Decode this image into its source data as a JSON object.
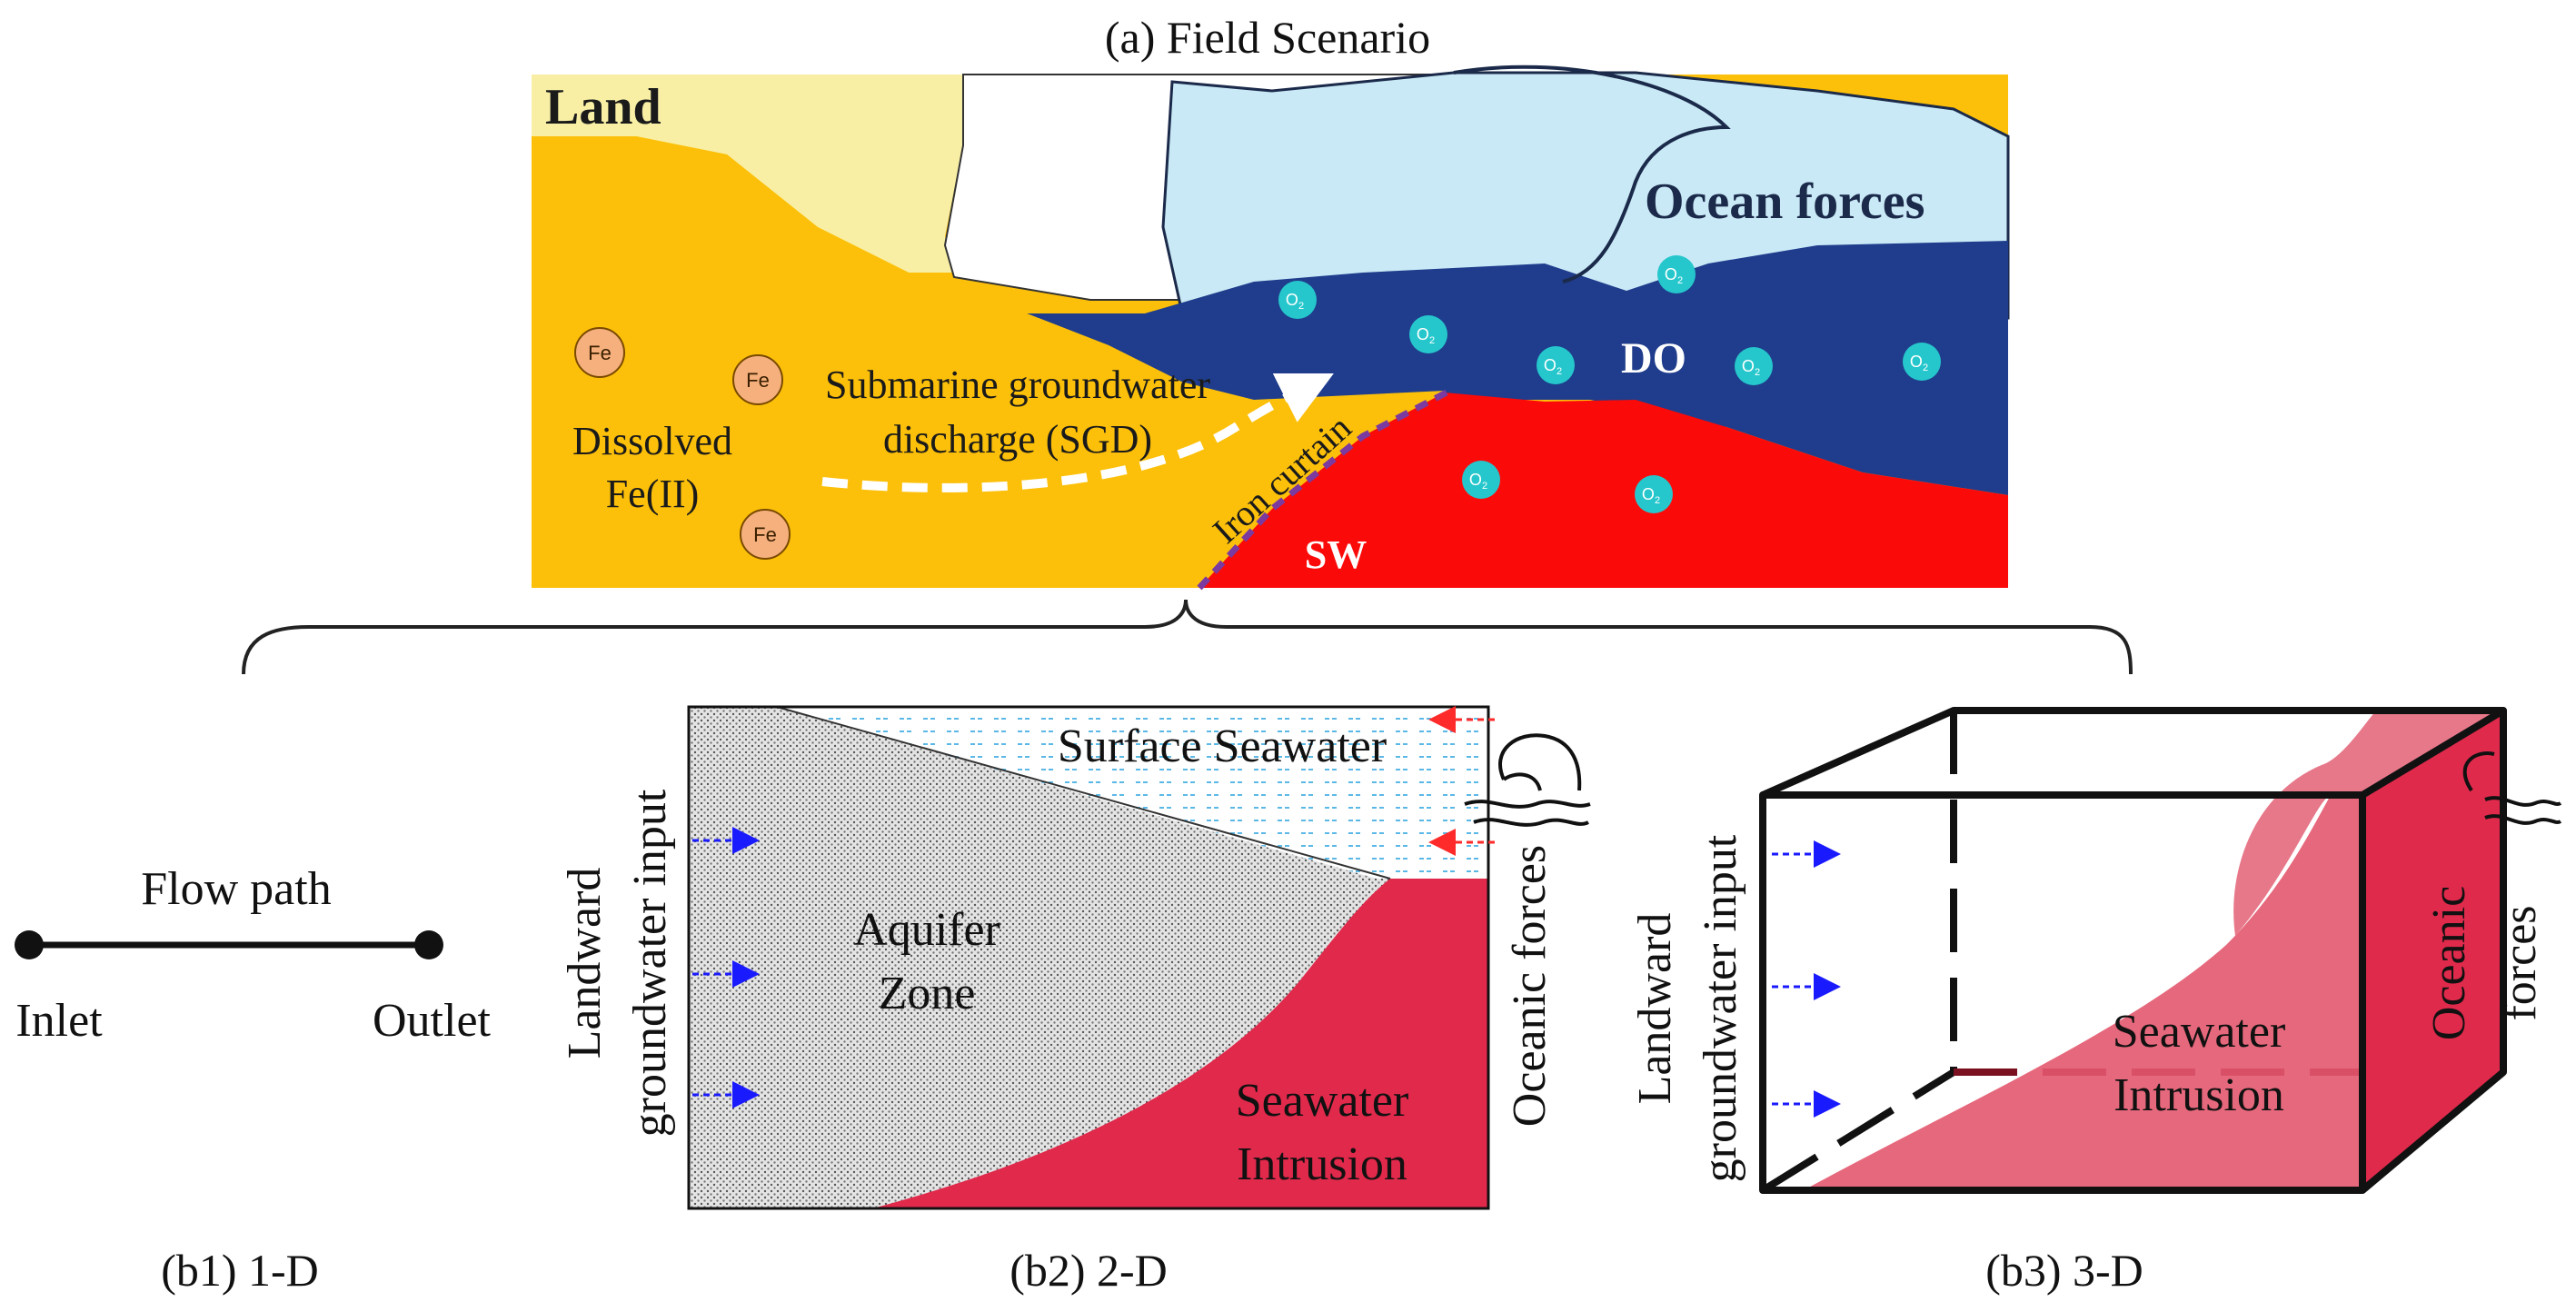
{
  "panel_a": {
    "caption": "(a) Field Scenario",
    "land_label": "Land",
    "ocean_forces_label": "Ocean forces",
    "do_label": "DO",
    "sw_label": "SW",
    "iron_curtain_label": "Iron curtain",
    "sgd_label_line1": "Submarine groundwater",
    "sgd_label_line2": "discharge (SGD)",
    "dissolved_label_line1": "Dissolved",
    "dissolved_label_line2": "Fe(II)",
    "fe_marker": "Fe",
    "o2_marker": "O",
    "o2_subscript": "2",
    "colors": {
      "aquifer": "#fcc00a",
      "land_surface": "#f8efa5",
      "deep_ocean": "#1f3d8c",
      "surface_ocean": "#c9e9f6",
      "seawater_wedge": "#fb0a0a",
      "fe_marker": "#f6b07e",
      "o2_marker": "#25c7cc",
      "iron_curtain": "#7a3aa0"
    }
  },
  "panel_b1": {
    "caption": "(b1) 1-D",
    "flow_path_label": "Flow path",
    "inlet_label": "Inlet",
    "outlet_label": "Outlet"
  },
  "panel_b2": {
    "caption": "(b2) 2-D",
    "surface_seawater_label": "Surface Seawater",
    "aquifer_label_line1": "Aquifer",
    "aquifer_label_line2": "Zone",
    "intrusion_label_line1": "Seawater",
    "intrusion_label_line2": "Intrusion",
    "landward_label_line1": "Landward",
    "landward_label_line2": "groundwater input",
    "oceanic_label": "Oceanic forces",
    "colors": {
      "intrusion": "#e0294b",
      "surface_water": "#8fd0ef",
      "aquifer": "#cfcfcf"
    }
  },
  "panel_b3": {
    "caption": "(b3) 3-D",
    "intrusion_label_line1": "Seawater",
    "intrusion_label_line2": "Intrusion",
    "landward_label_line1": "Landward",
    "landward_label_line2": "groundwater input",
    "oceanic_label_line1": "Oceanic",
    "oceanic_label_line2": "forces",
    "colors": {
      "intrusion_front": "#e3586e",
      "intrusion_side": "#e02a4c"
    }
  }
}
